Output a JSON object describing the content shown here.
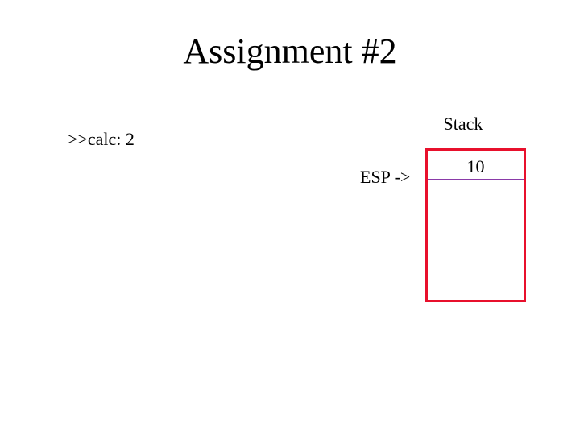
{
  "title": "Assignment #2",
  "terminal": {
    "prompt": ">>calc: 2"
  },
  "stack": {
    "label": "Stack",
    "pointer_label": "ESP ->",
    "cells": [
      "10"
    ],
    "border_color": "#e8102c",
    "divider_color": "#8a3aa8"
  }
}
